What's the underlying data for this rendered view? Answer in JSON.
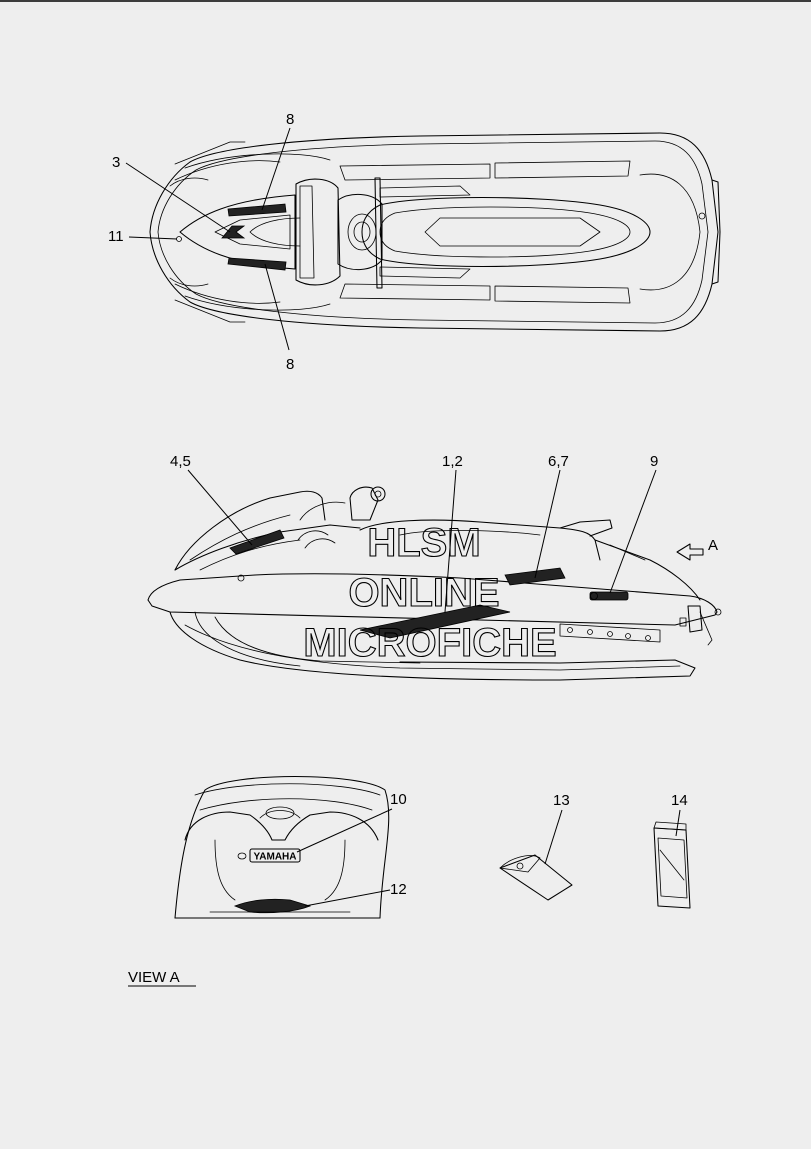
{
  "callouts": {
    "top_3": "3",
    "top_8_upper": "8",
    "top_11": "11",
    "top_8_lower": "8",
    "side_45": "4,5",
    "side_12": "1,2",
    "side_67": "6,7",
    "side_9": "9",
    "side_view_marker": "A",
    "rear_10": "10",
    "rear_12": "12",
    "part_13": "13",
    "part_14": "14"
  },
  "decals": {
    "yamaha_badge": "YAMAHA"
  },
  "view_caption": "VIEW A",
  "watermark": {
    "line1": "HLSM",
    "line2": "ONLINE",
    "line3": "MICROFICHE"
  }
}
